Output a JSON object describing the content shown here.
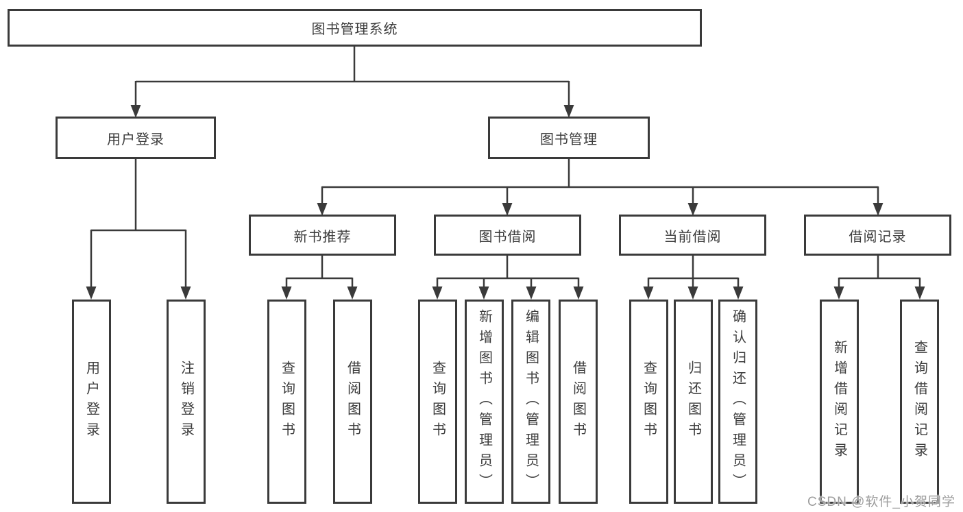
{
  "tree": {
    "label": "图书管理系统",
    "children": [
      {
        "label": "用户登录",
        "children": [
          {
            "label": "用户登录"
          },
          {
            "label": "注销登录"
          }
        ]
      },
      {
        "label": "图书管理",
        "children": [
          {
            "label": "新书推荐",
            "children": [
              {
                "label": "查询图书"
              },
              {
                "label": "借阅图书"
              }
            ]
          },
          {
            "label": "图书借阅",
            "children": [
              {
                "label": "查询图书"
              },
              {
                "label": "新增图书（管理员）"
              },
              {
                "label": "编辑图书（管理员）"
              },
              {
                "label": "借阅图书"
              }
            ]
          },
          {
            "label": "当前借阅",
            "children": [
              {
                "label": "查询图书"
              },
              {
                "label": "归还图书"
              },
              {
                "label": "确认归还（管理员）"
              }
            ]
          },
          {
            "label": "借阅记录",
            "children": [
              {
                "label": "新增借阅记录"
              },
              {
                "label": "查询借阅记录"
              }
            ]
          }
        ]
      }
    ]
  },
  "watermark": {
    "text": "CSDN @软件_小贺同学"
  },
  "colors": {
    "line": "#3a3a3a",
    "box_border": "#3a3a3a",
    "text": "#3c3c3c",
    "watermark": "#9e9e9e",
    "background": "#ffffff"
  }
}
